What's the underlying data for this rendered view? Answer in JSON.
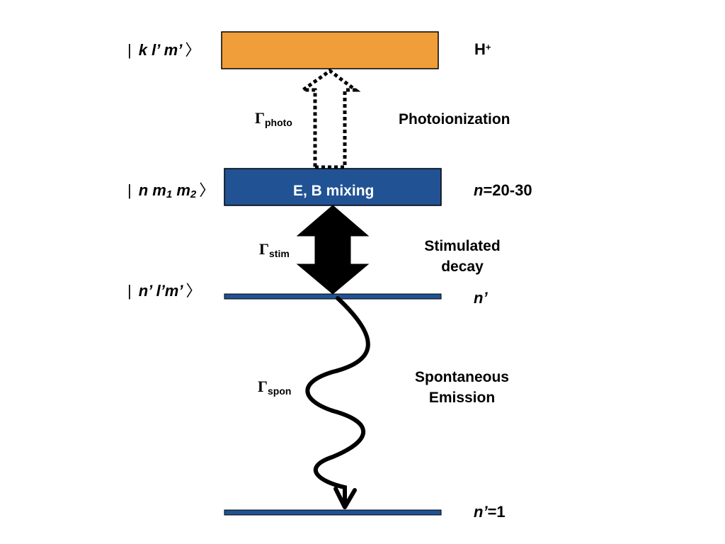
{
  "colors": {
    "ion_level": "#F09E3A",
    "rydberg_level": "#215294",
    "level_line": "#215294",
    "text": "#000000",
    "inbox_text": "#FFFFFF"
  },
  "levels": {
    "ion": {
      "state": {
        "k": "k",
        "l": "l’",
        "m": "m’"
      },
      "label_main": "H",
      "label_sup": "+"
    },
    "rydberg": {
      "state": {
        "n": "n",
        "m1": "m",
        "m1_sub": "1",
        "m2": "m",
        "m2_sub": "2"
      },
      "box_text": "E, B mixing",
      "label_var": "n",
      "label_value": "=20-30"
    },
    "intermediate": {
      "state": {
        "n": "n’",
        "l": "l’m’"
      },
      "label_var": "n’"
    },
    "ground": {
      "label_var": "n’",
      "label_value": "=1"
    }
  },
  "processes": {
    "photoionization": {
      "symbol": "Γ",
      "sub": "photo",
      "name": "Photoionization"
    },
    "stimulated": {
      "symbol": "Γ",
      "sub": "stim",
      "name_line1": "Stimulated",
      "name_line2": "decay"
    },
    "spontaneous": {
      "symbol": "Γ",
      "sub": "spon",
      "name_line1": "Spontaneous",
      "name_line2": "Emission"
    }
  },
  "glyphs": {
    "ket_bar": "|",
    "ket_close": "〉"
  }
}
